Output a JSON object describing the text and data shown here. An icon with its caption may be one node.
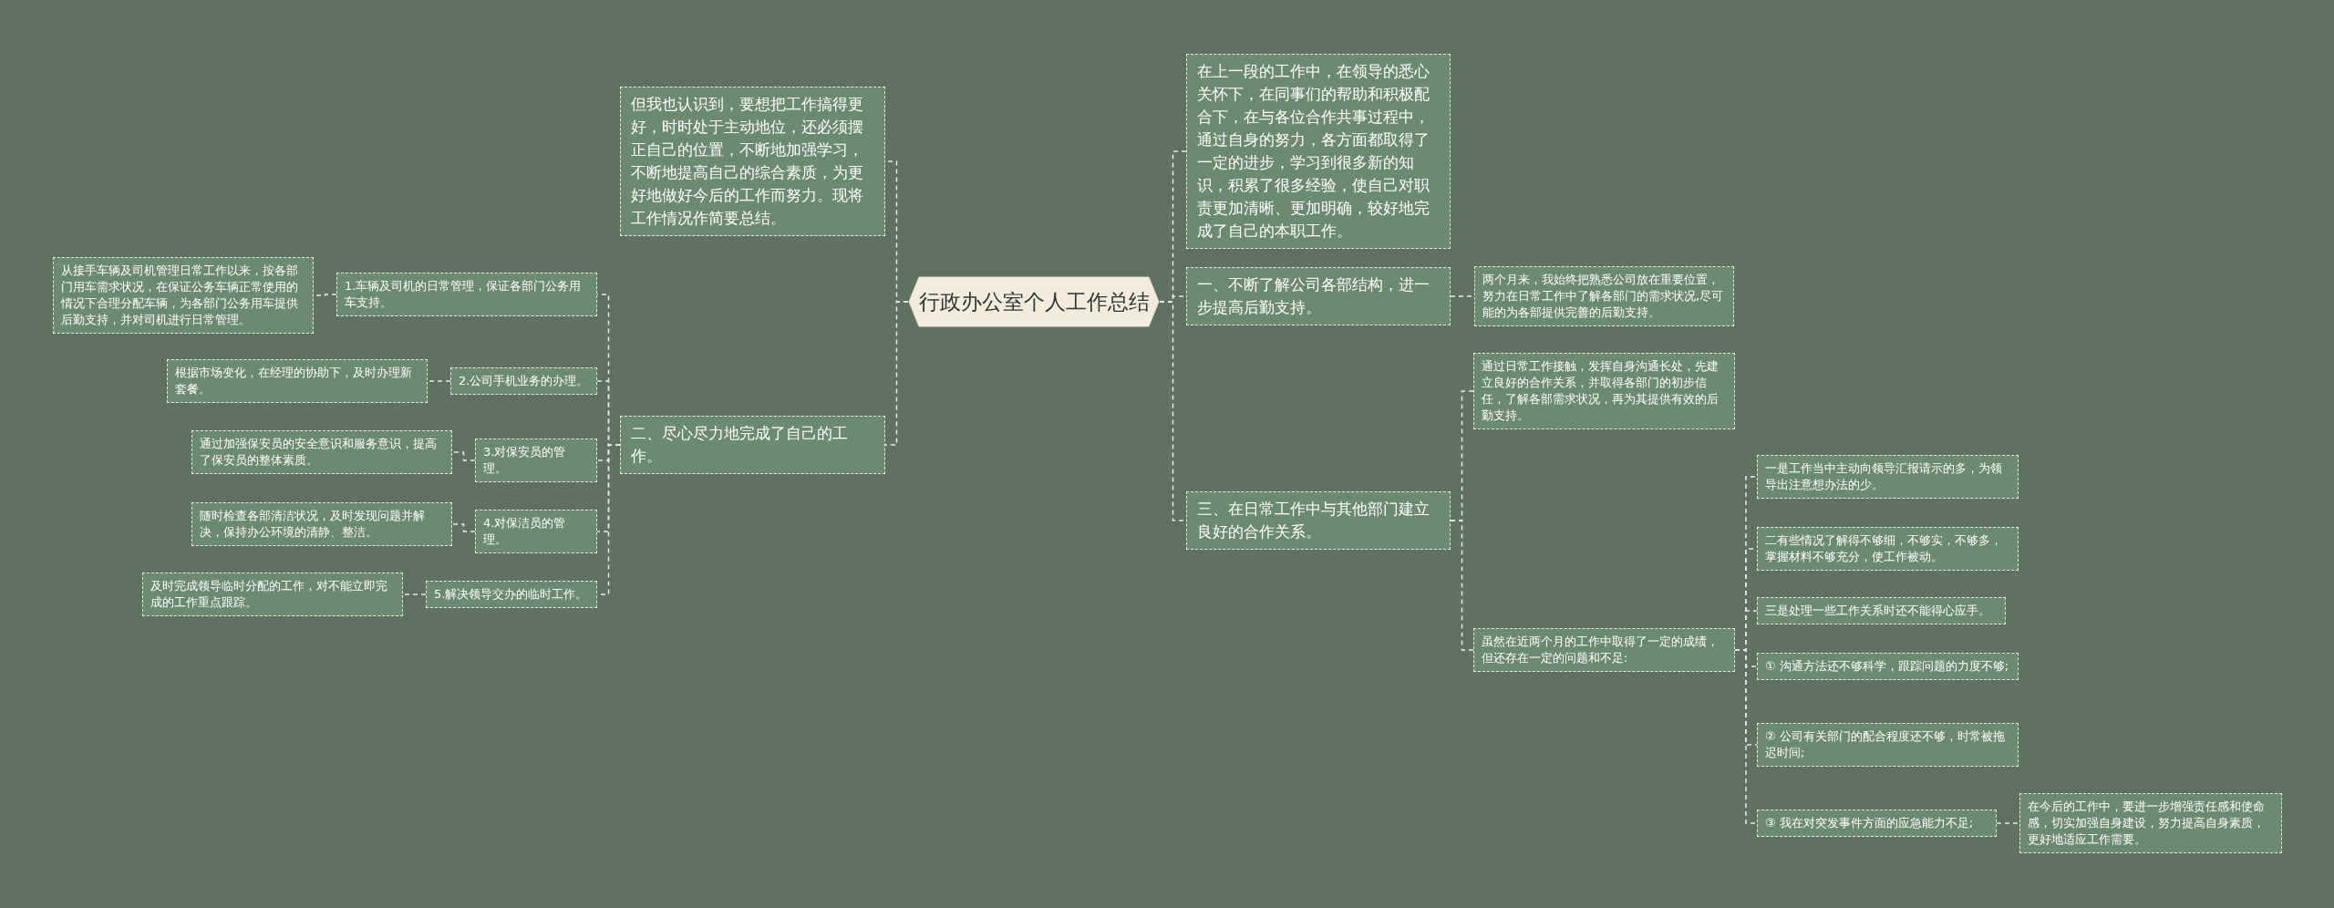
{
  "diagram": {
    "nodes": [
      {
        "text": [
          "行政办公室个人工作总结"
        ]
      },
      {
        "text": [
          "在上一段的工作中，在领导的悉心关怀下，在同事们的帮助和积极配合下，在与各位合作共事过程中，通过自身的努力，各方面都取得了一定的进步，学习到很多新的知识，积累了很多经验，使自己对职责更加清晰、更加明确，较好地完成了自己的本职工作。"
        ]
      },
      {
        "text": [
          "一、不断了解公司各部结构，进一步提高后勤支持。"
        ]
      },
      {
        "text": [
          "两个月来，我始终把熟悉公司放在重要位置，努力在日常工作中了解各部门的需求状况,尽可能的为各部提供完善的后勤支持。"
        ]
      },
      {
        "text": [
          "三、在日常工作中与其他部门建立良好的合作关系。"
        ]
      },
      {
        "text": [
          "通过日常工作接触，发挥自身沟通长处，先建立良好的合作关系，并取得各部门的初步信任，了解各部需求状况，再为其提供有效的后勤支持。"
        ]
      },
      {
        "text": [
          "虽然在近两个月的工作中取得了一定的成绩，但还存在一定的问题和不足:"
        ]
      },
      {
        "text": [
          "一是工作当中主动向领导汇报请示的多，为领导出注意想办法的少。"
        ]
      },
      {
        "text": [
          "二有些情况了解得不够细，不够实，不够多，掌握材料不够充分，使工作被动。"
        ]
      },
      {
        "text": [
          "三是处理一些工作关系时还不能得心应手。"
        ]
      },
      {
        "text": [
          "① 沟通方法还不够科学，跟踪问题的力度不够;"
        ]
      },
      {
        "text": [
          "② 公司有关部门的配合程度还不够，时常被拖迟时间;"
        ]
      },
      {
        "text": [
          "③ 我在对突发事件方面的应急能力不足;"
        ]
      },
      {
        "text": [
          "在今后的工作中，要进一步增强责任感和使命感，切实加强自身建设，努力提高自身素质，更好地适应工作需要。"
        ]
      },
      {
        "text": [
          "但我也认识到，要想把工作搞得更好，时时处于主动地位，还必须摆正自己的位置，不断地加强学习，不断地提高自己的综合素质，为更好地做好今后的工作而努力。现将工作情况作简要总结。"
        ]
      },
      {
        "text": [
          "二、尽心尽力地完成了自己的工作。"
        ]
      },
      {
        "text": [
          "1.车辆及司机的日常管理，保证各部门公务用车支持。"
        ]
      },
      {
        "text": [
          "从接手车辆及司机管理日常工作以来，按各部门用车需求状况，在保证公务车辆正常使用的情况下合理分配车辆，为各部门公务用车提供后勤支持，并对司机进行日常管理。"
        ]
      },
      {
        "text": [
          "2.公司手机业务的办理。"
        ]
      },
      {
        "text": [
          "根据市场变化，在经理的协助下，及时办理新套餐。"
        ]
      },
      {
        "text": [
          "3.对保安员的管理。"
        ]
      },
      {
        "text": [
          "通过加强保安员的安全意识和服务意识，提高了保安员的整体素质。"
        ]
      },
      {
        "text": [
          "4.对保洁员的管理。"
        ]
      },
      {
        "text": [
          "随时检查各部清洁状况，及时发现问题并解决，保持办公环境的清静、整洁。"
        ]
      },
      {
        "text": [
          "5.解决领导交办的临时工作。"
        ]
      },
      {
        "text": [
          "及时完成领导临时分配的工作，对不能立即完成的工作重点跟踪。"
        ]
      }
    ],
    "edges": [
      {
        "from": 0,
        "to": 1,
        "arrow": "none"
      },
      {
        "from": 0,
        "to": 2,
        "arrow": "none"
      },
      {
        "from": 2,
        "to": 3,
        "arrow": "none"
      },
      {
        "from": 0,
        "to": 4,
        "arrow": "none"
      },
      {
        "from": 4,
        "to": 5,
        "arrow": "none"
      },
      {
        "from": 4,
        "to": 6,
        "arrow": "none"
      },
      {
        "from": 6,
        "to": 7,
        "arrow": "none"
      },
      {
        "from": 6,
        "to": 8,
        "arrow": "none"
      },
      {
        "from": 6,
        "to": 9,
        "arrow": "none"
      },
      {
        "from": 6,
        "to": 10,
        "arrow": "none"
      },
      {
        "from": 6,
        "to": 11,
        "arrow": "none"
      },
      {
        "from": 6,
        "to": 12,
        "arrow": "none"
      },
      {
        "from": 12,
        "to": 13,
        "arrow": "none"
      },
      {
        "from": 0,
        "to": 14,
        "arrow": "none"
      },
      {
        "from": 0,
        "to": 15,
        "arrow": "none"
      },
      {
        "from": 15,
        "to": 16,
        "arrow": "none"
      },
      {
        "from": 16,
        "to": 17,
        "arrow": "none"
      },
      {
        "from": 15,
        "to": 18,
        "arrow": "none"
      },
      {
        "from": 18,
        "to": 19,
        "arrow": "none"
      },
      {
        "from": 15,
        "to": 20,
        "arrow": "none"
      },
      {
        "from": 20,
        "to": 21,
        "arrow": "none"
      },
      {
        "from": 15,
        "to": 22,
        "arrow": "none"
      },
      {
        "from": 22,
        "to": 23,
        "arrow": "none"
      },
      {
        "from": 15,
        "to": 24,
        "arrow": "none"
      },
      {
        "from": 24,
        "to": 25,
        "arrow": "none"
      }
    ]
  }
}
